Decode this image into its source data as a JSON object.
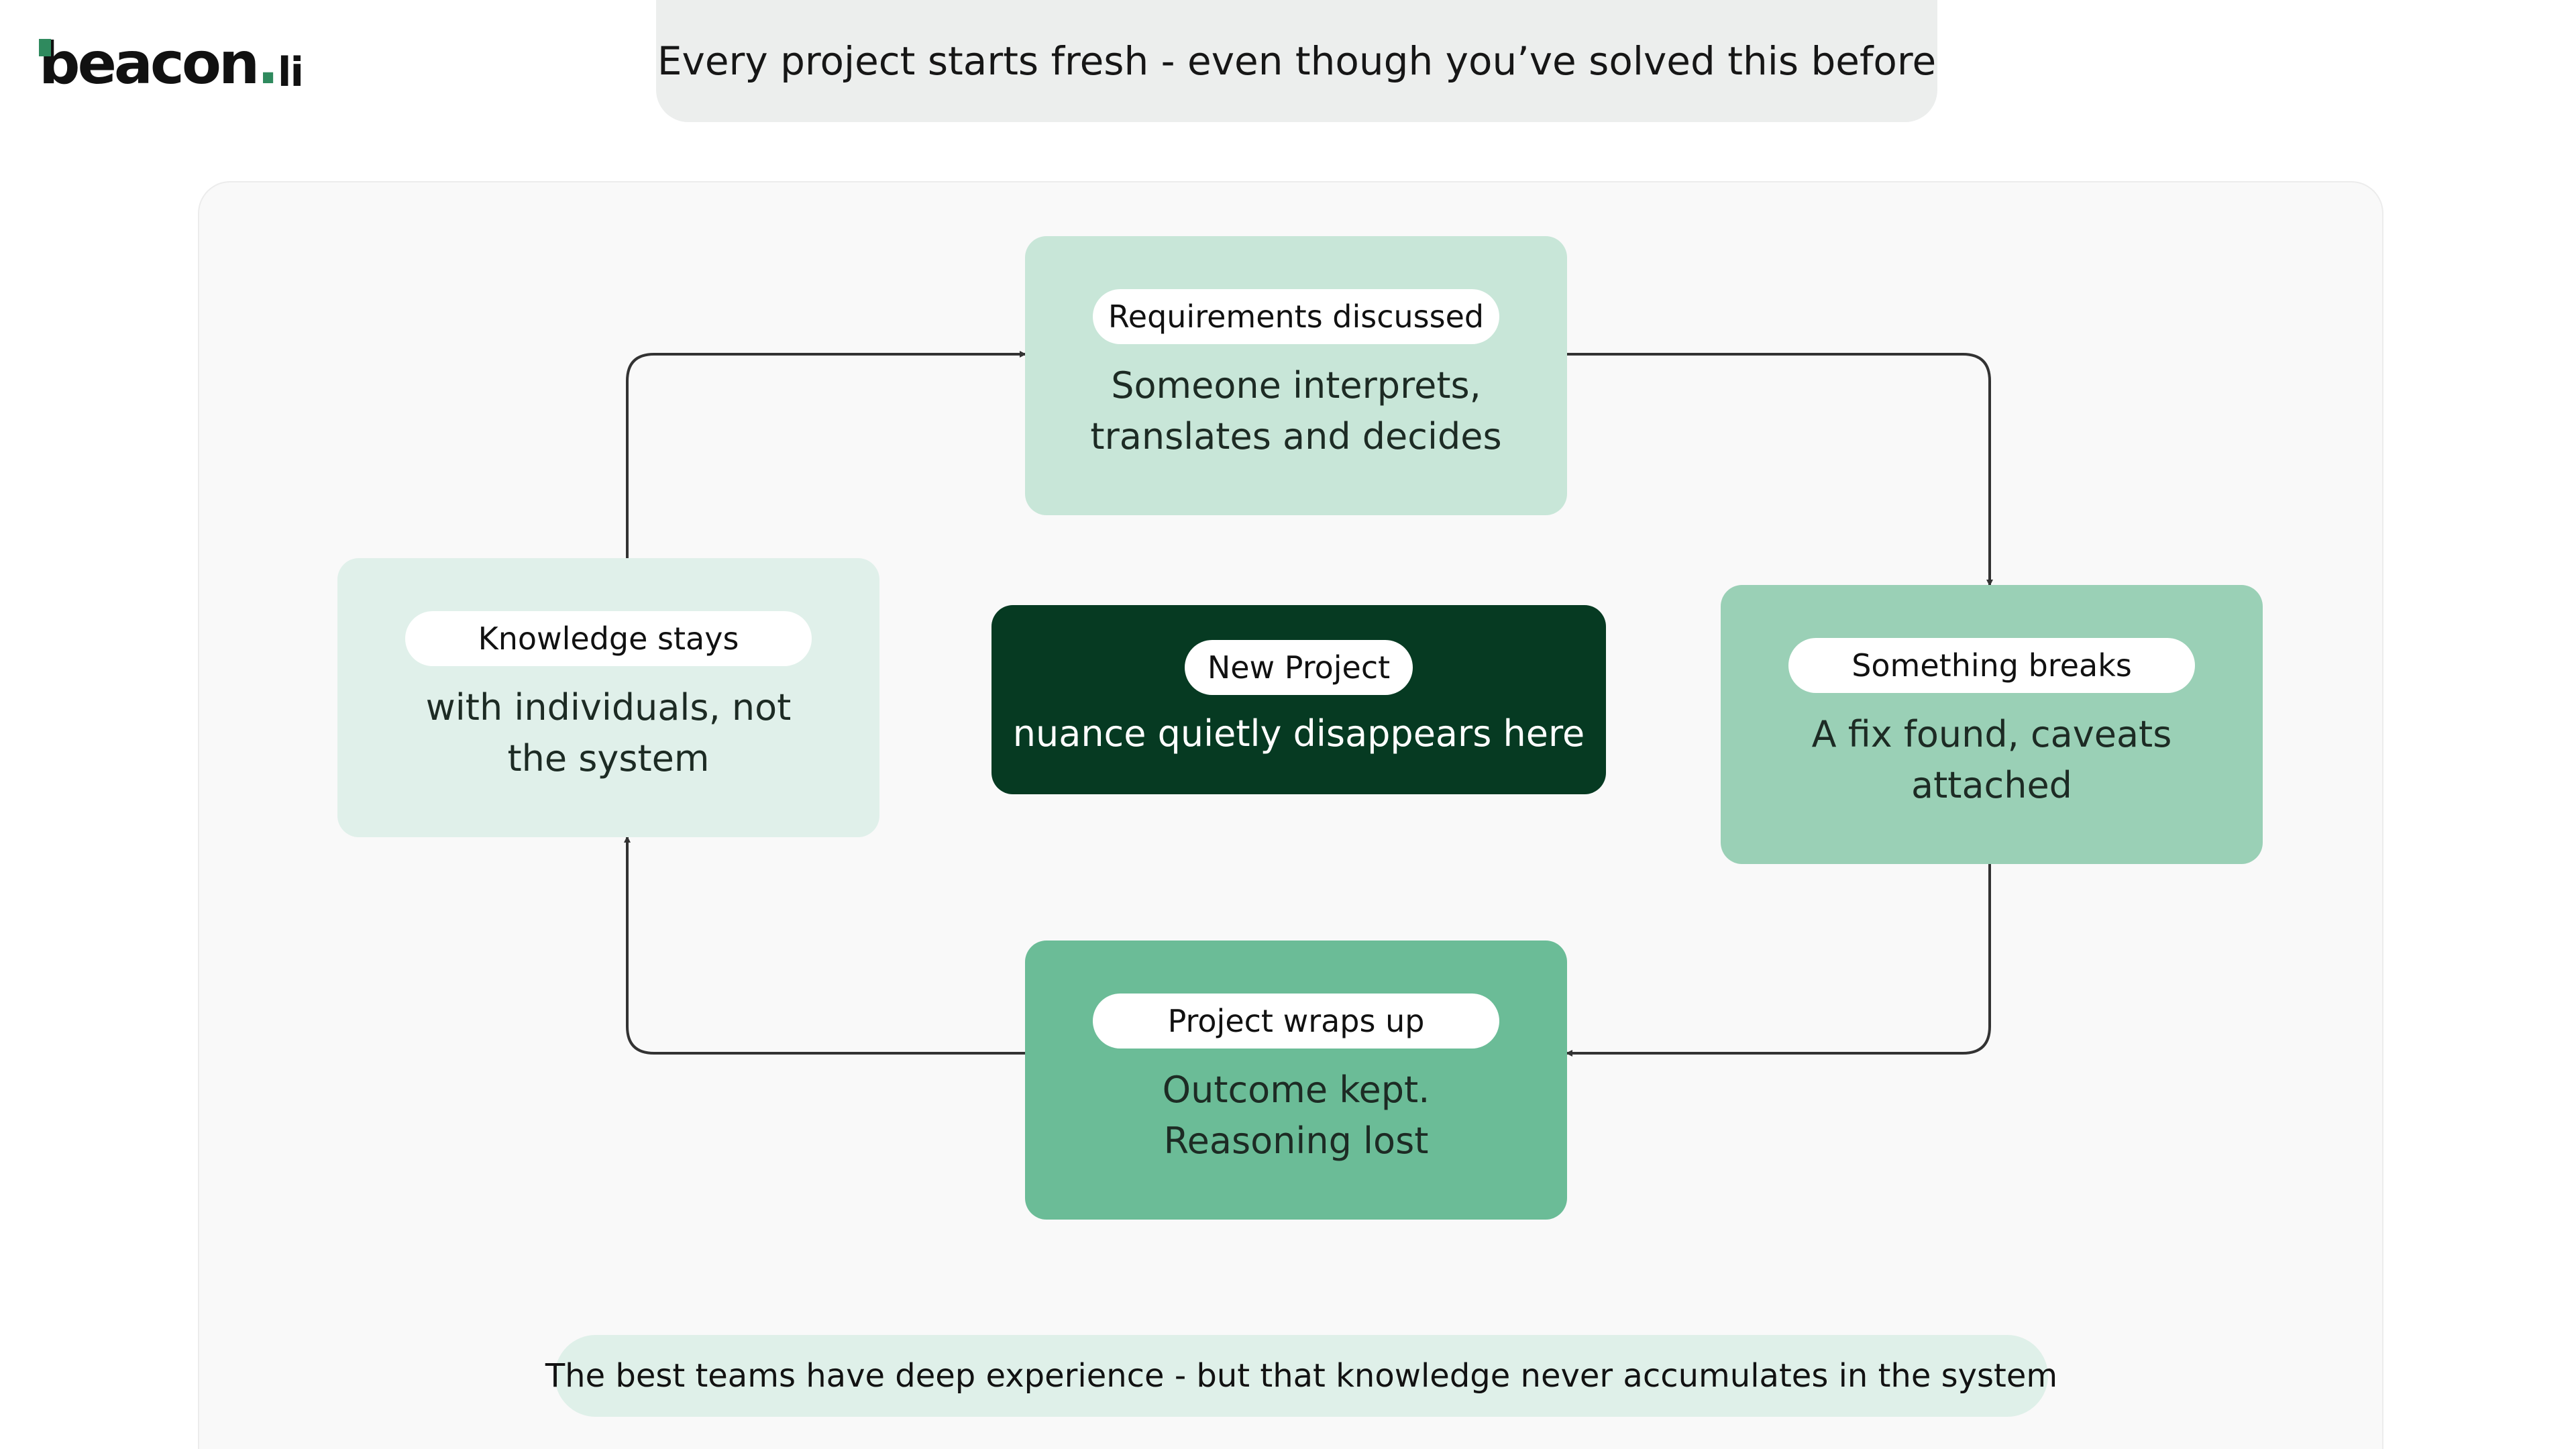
{
  "brand": {
    "name": "beacon",
    "dot": ".",
    "tld": "li",
    "accent": "#2f8a5e"
  },
  "headline": "Every project starts fresh - even though you’ve solved this before",
  "cycle": {
    "center": {
      "title": "New Project",
      "text": "nuance quietly disappears here"
    },
    "top": {
      "title": "Requirements discussed",
      "line1": "Someone interprets,",
      "line2": "translates and decides"
    },
    "right": {
      "title": "Something breaks",
      "line1": "A fix found, caveats",
      "line2": "attached"
    },
    "bottom": {
      "title": "Project wraps up",
      "line1": "Outcome kept.",
      "line2": "Reasoning lost"
    },
    "left": {
      "title": "Knowledge stays",
      "line1": "with individuals, not",
      "line2": "the system"
    }
  },
  "footer": "The best teams have deep experience - but that knowledge never accumulates in the system",
  "colors": {
    "top": "#c8e6d8",
    "left": "#e0f0ea",
    "center": "#063a22",
    "right": "#9ad0b6",
    "bottom": "#6bbc97",
    "arrow": "#333333"
  }
}
